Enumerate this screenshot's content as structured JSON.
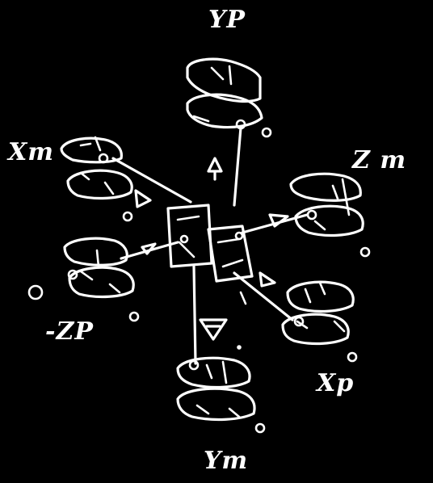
{
  "labels": {
    "yp": "YP",
    "xm": "Xm",
    "zm": "Z m",
    "zp": "-ZP",
    "xp": "Xp",
    "ym": "Ym"
  },
  "colors": {
    "background": "#000000",
    "chalk": "#ffffff"
  }
}
